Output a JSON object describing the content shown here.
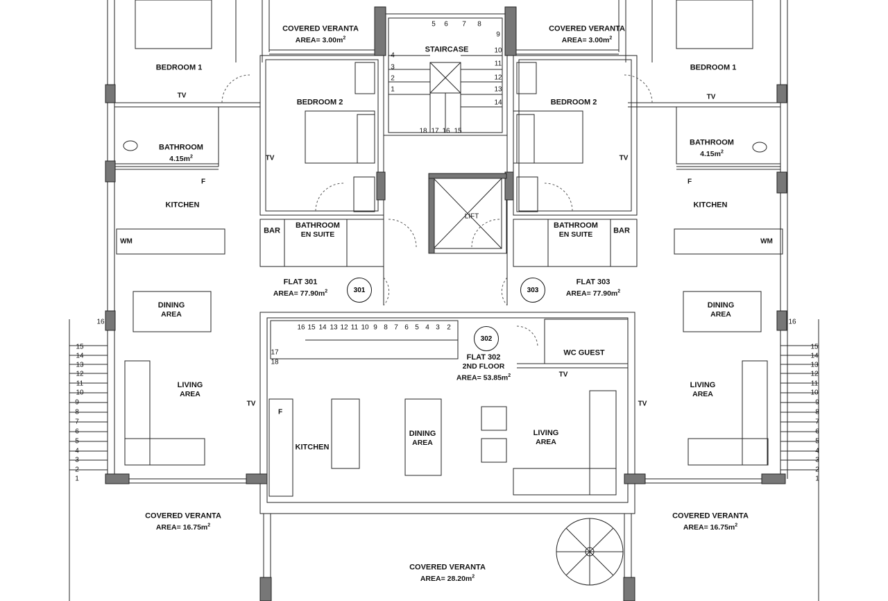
{
  "rooms": {
    "covered_veranta_top_left": {
      "name": "COVERED VERANTA",
      "area": "AREA= 3.00m"
    },
    "covered_veranta_top_right": {
      "name": "COVERED VERANTA",
      "area": "AREA= 3.00m"
    },
    "staircase": "STAIRCASE",
    "lift": "LIFT",
    "bedroom1_left": "BEDROOM 1",
    "bedroom1_right": "BEDROOM 1",
    "bedroom2_left": "BEDROOM 2",
    "bedroom2_right": "BEDROOM 2",
    "bathroom_left": {
      "name": "BATHROOM",
      "area": "4.15m"
    },
    "bathroom_right": {
      "name": "BATHROOM",
      "area": "4.15m"
    },
    "kitchen_left": "KITCHEN",
    "kitchen_right": "KITCHEN",
    "kitchen_center": "KITCHEN",
    "bar_left": "BAR",
    "bar_right": "BAR",
    "ensuite_left": {
      "line1": "BATHROOM",
      "line2": "EN SUITE"
    },
    "ensuite_right": {
      "line1": "BATHROOM",
      "line2": "EN SUITE"
    },
    "flat301": {
      "name": "FLAT  301",
      "area": "AREA= 77.90m"
    },
    "flat303": {
      "name": "FLAT  303",
      "area": "AREA= 77.90m"
    },
    "flat302": {
      "name": "FLAT  302",
      "floor": "2ND FLOOR",
      "area": "AREA= 53.85m"
    },
    "dining_left": {
      "line1": "DINING",
      "line2": "AREA"
    },
    "dining_right": {
      "line1": "DINING",
      "line2": "AREA"
    },
    "dining_center": {
      "line1": "DINING",
      "line2": "AREA"
    },
    "living_left": {
      "line1": "LIVING",
      "line2": "AREA"
    },
    "living_right": {
      "line1": "LIVING",
      "line2": "AREA"
    },
    "living_center": {
      "line1": "LIVING",
      "line2": "AREA"
    },
    "wc_guest": "WC GUEST",
    "veranta_bottom_left": {
      "name": "COVERED VERANTA",
      "area": "AREA= 16.75m"
    },
    "veranta_bottom_right": {
      "name": "COVERED VERANTA",
      "area": "AREA= 16.75m"
    },
    "veranta_bottom_center": {
      "name": "COVERED VERANTA",
      "area": "AREA= 28.20m"
    }
  },
  "area_unit_exponent": "2",
  "tags": {
    "tv": "TV",
    "wm": "WM",
    "fridge": "F",
    "flat301": "301",
    "flat302": "302",
    "flat303": "303"
  },
  "stairs": {
    "main_left": [
      "4",
      "3",
      "2",
      "1"
    ],
    "main_top": [
      "5",
      "6",
      "7",
      "8"
    ],
    "main_right": [
      "9",
      "10",
      "11",
      "12",
      "13",
      "14"
    ],
    "main_bottom": [
      "18",
      "17",
      "16",
      "15"
    ],
    "flat302": [
      "16",
      "15",
      "14",
      "13",
      "12",
      "11",
      "10",
      "9",
      "8",
      "7",
      "6",
      "5",
      "4",
      "3",
      "2"
    ],
    "flat302_end": [
      "17",
      "18"
    ],
    "outer_top": "16",
    "outer": [
      "15",
      "14",
      "13",
      "12",
      "11",
      "10",
      "9",
      "8",
      "7",
      "6",
      "5",
      "4",
      "3",
      "2",
      "1"
    ]
  }
}
